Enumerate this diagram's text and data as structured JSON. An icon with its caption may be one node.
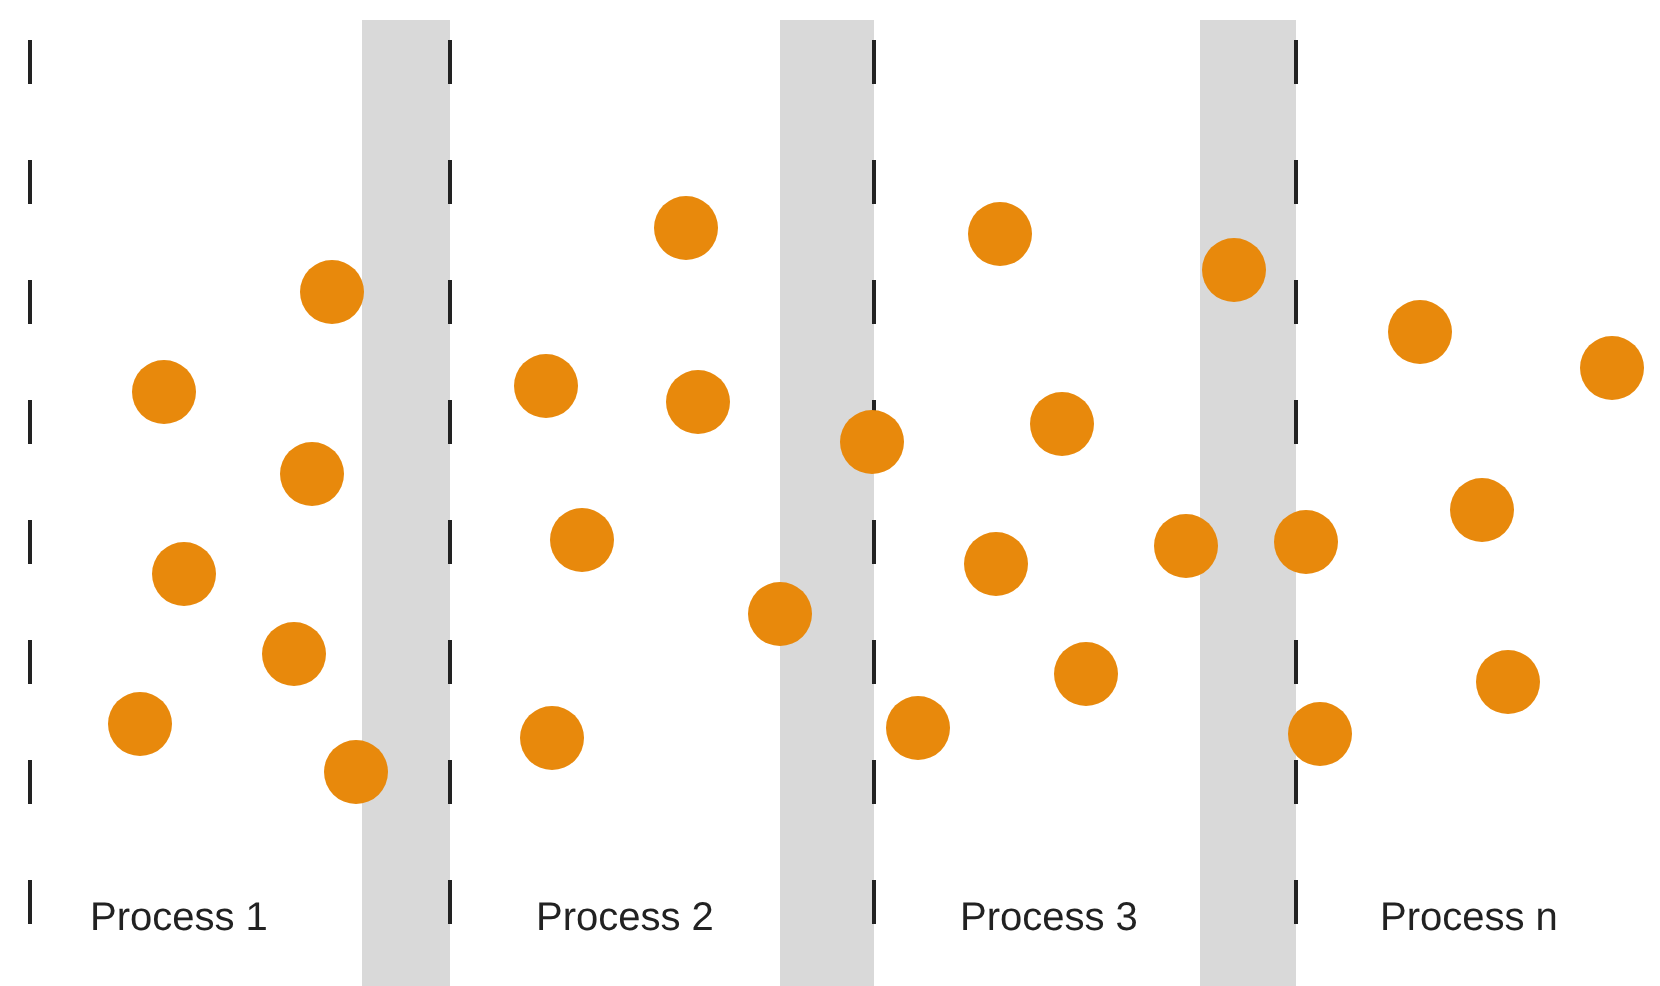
{
  "diagram": {
    "labels": [
      "Process 1",
      "Process 2",
      "Process 3",
      "Process n"
    ]
  }
}
